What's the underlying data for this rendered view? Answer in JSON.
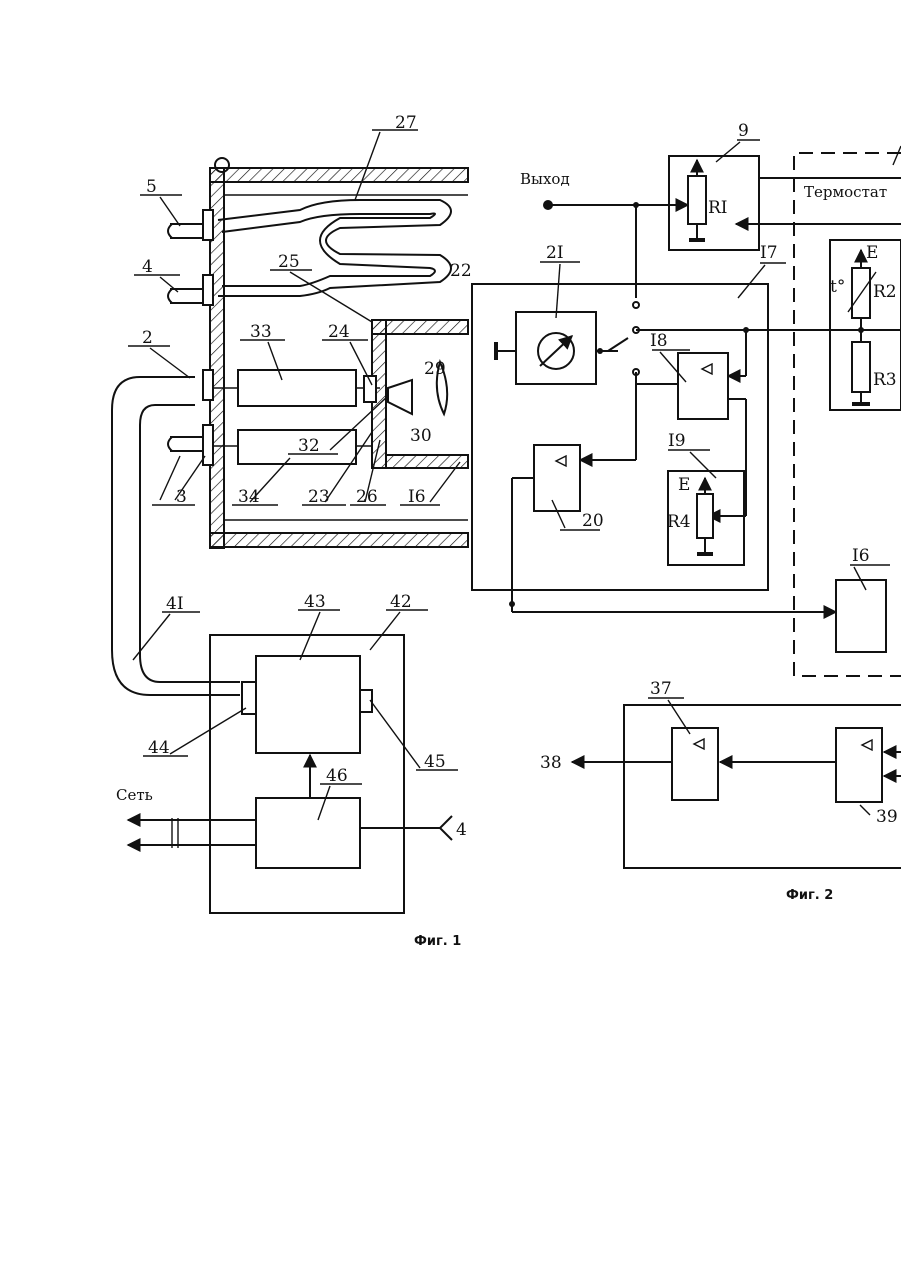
{
  "fig1": {
    "caption": "Фиг. 1",
    "labels": {
      "n27": "27",
      "n5": "5",
      "n4": "4",
      "n25": "25",
      "n22": "22",
      "n2": "2",
      "n33": "33",
      "n24": "24",
      "n29": "29",
      "n32": "32",
      "n30": "30",
      "n3": "3",
      "n34": "34",
      "n23": "23",
      "n26": "26",
      "n16": "I6",
      "n41": "4I",
      "n43": "43",
      "n42": "42",
      "n44": "44",
      "n45": "45",
      "n46": "46",
      "n4b": "4"
    },
    "net": "Сеть"
  },
  "fig2": {
    "caption": "Фиг. 2",
    "output": "Выход",
    "thermostat": "Термостат",
    "labels": {
      "n9": "9",
      "r1": "RI",
      "n21": "2I",
      "n17": "I7",
      "n18": "I8",
      "n19": "I9",
      "e1": "E",
      "r4": "R4",
      "n20": "20",
      "e2": "E",
      "t": "t°",
      "r2": "R2",
      "r3": "R3",
      "n16": "I6",
      "n37": "37",
      "n38": "38",
      "n39": "39"
    }
  }
}
